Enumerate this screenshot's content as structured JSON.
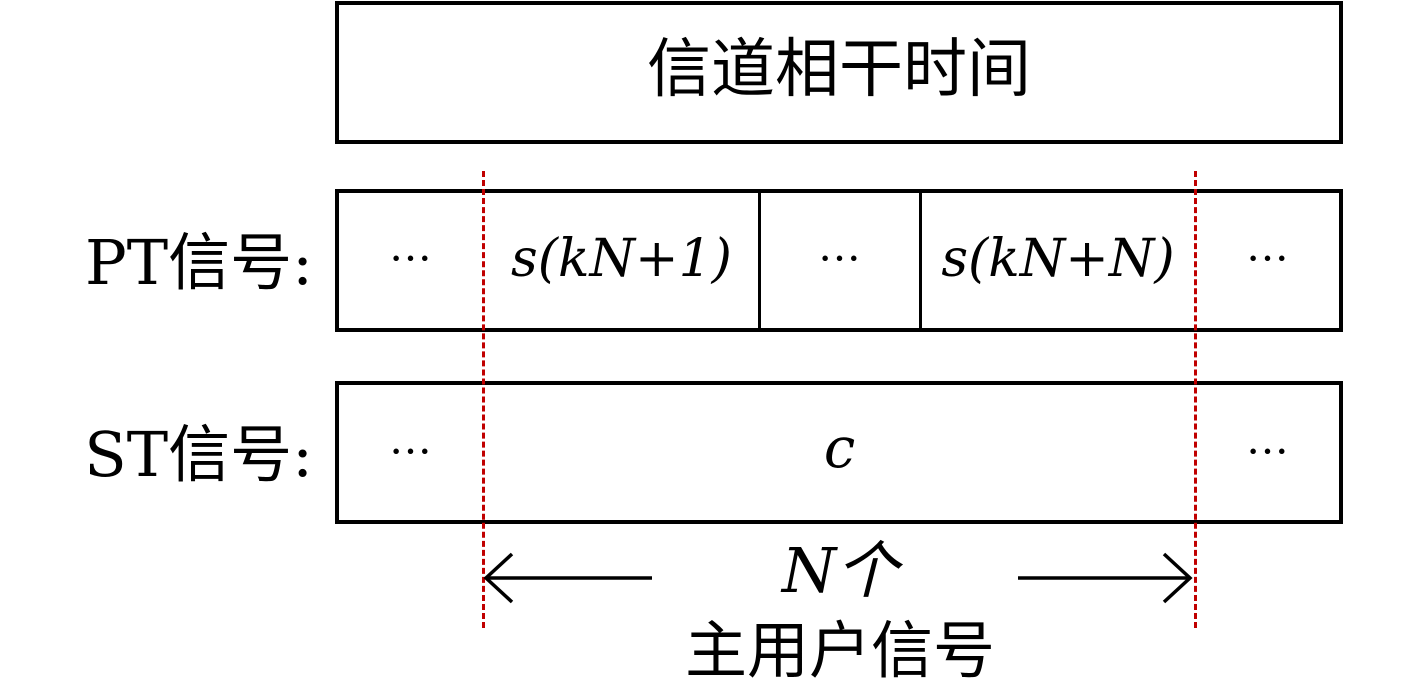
{
  "title": "信道相干时间",
  "rows": {
    "pt": {
      "label": "PT信号:",
      "cells": [
        "···",
        "s(kN+1)",
        "···",
        "s(kN+N)",
        "···"
      ]
    },
    "st": {
      "label": "ST信号:",
      "left_dots": "···",
      "center": "c",
      "right_dots": "···"
    }
  },
  "span": {
    "count_label": "N个",
    "caption": "主用户信号"
  },
  "colors": {
    "boundary_line": "#c00000",
    "stroke": "#000000"
  }
}
